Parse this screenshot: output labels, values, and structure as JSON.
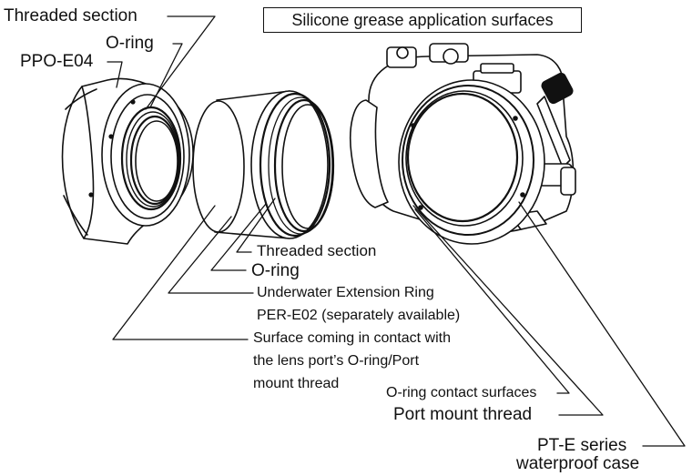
{
  "header": {
    "title": "Silicone grease application surfaces"
  },
  "labels": {
    "ppo_threaded_section": "Threaded section",
    "ppo_oring": "O-ring",
    "ppo_name": "PPO-E04",
    "ring_threaded_section": "Threaded section",
    "ring_oring": "O-ring",
    "ring_name_line1": "Underwater Extension Ring",
    "ring_name_line2": "PER-E02 (separately available)",
    "surface_line1": "Surface coming in contact with",
    "surface_line2": "the lens port’s O-ring/Port",
    "surface_line3": "mount thread",
    "oring_contact": "O-ring contact surfaces",
    "port_mount_thread": "Port mount thread",
    "case_line1": "PT-E series",
    "case_line2": "waterproof case"
  }
}
